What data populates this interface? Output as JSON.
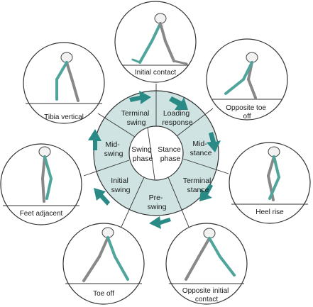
{
  "center": {
    "swing": [
      "Swing",
      "phase"
    ],
    "stance": [
      "Stance",
      "phase"
    ]
  },
  "wheel_segments": [
    {
      "id": "loading-response",
      "lines": [
        "Loading",
        "response"
      ]
    },
    {
      "id": "mid-stance",
      "lines": [
        "Mid-",
        "stance"
      ]
    },
    {
      "id": "terminal-stance",
      "lines": [
        "Terminal",
        "stance"
      ]
    },
    {
      "id": "pre-swing",
      "lines": [
        "Pre-",
        "swing"
      ]
    },
    {
      "id": "initial-swing",
      "lines": [
        "Initial",
        "swing"
      ]
    },
    {
      "id": "mid-swing",
      "lines": [
        "Mid-",
        "swing"
      ]
    },
    {
      "id": "terminal-swing",
      "lines": [
        "Terminal",
        "swing"
      ]
    }
  ],
  "positions": [
    {
      "id": "initial-contact",
      "lines": [
        "Initial contact"
      ]
    },
    {
      "id": "opposite-toe-off",
      "lines": [
        "Opposite toe",
        "off"
      ]
    },
    {
      "id": "heel-rise",
      "lines": [
        "Heel rise"
      ]
    },
    {
      "id": "opposite-initial-contact",
      "lines": [
        "Opposite initial",
        "contact"
      ]
    },
    {
      "id": "toe-off",
      "lines": [
        "Toe off"
      ]
    },
    {
      "id": "feet-adjacent",
      "lines": [
        "Feet adjacent"
      ]
    },
    {
      "id": "tibia-vertical",
      "lines": [
        "Tibia vertical"
      ]
    }
  ],
  "colors": {
    "wheel_fill": "#cfe3e3",
    "center_fill": "#ffffff",
    "arrow": "#2a8a86",
    "outline": "#333333",
    "bone_light": "#f2f2f2",
    "bone_teal": "#4fa59c"
  }
}
